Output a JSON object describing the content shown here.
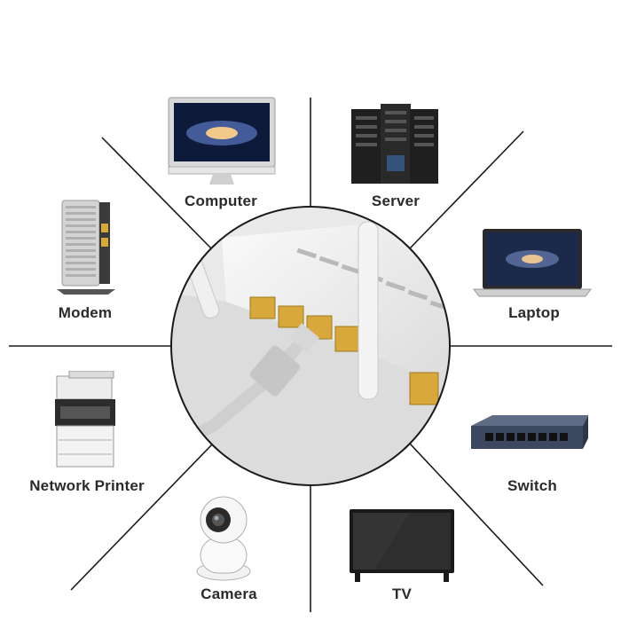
{
  "hub": {
    "name": "router with ethernet cable",
    "icon": "router-icon"
  },
  "devices": [
    {
      "key": "computer",
      "label": "Computer",
      "icon": "computer-icon"
    },
    {
      "key": "server",
      "label": "Server",
      "icon": "server-icon"
    },
    {
      "key": "modem",
      "label": "Modem",
      "icon": "modem-icon"
    },
    {
      "key": "laptop",
      "label": "Laptop",
      "icon": "laptop-icon"
    },
    {
      "key": "network-printer",
      "label": "Network Printer",
      "icon": "printer-icon"
    },
    {
      "key": "switch",
      "label": "Switch",
      "icon": "switch-icon"
    },
    {
      "key": "camera",
      "label": "Camera",
      "icon": "camera-icon"
    },
    {
      "key": "tv",
      "label": "TV",
      "icon": "tv-icon"
    }
  ],
  "colors": {
    "lines": "#1a1a1a",
    "label": "#2a2a2a",
    "port": "#d9a83a",
    "router": "#ececec"
  }
}
